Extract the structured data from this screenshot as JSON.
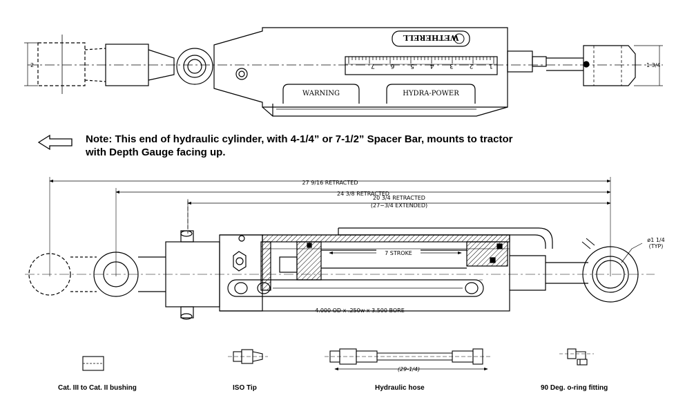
{
  "brand_text": "WETHERELL",
  "panel_labels": {
    "warning": "WARNING",
    "hydra_power": "HYDRA-POWER"
  },
  "gauge_ticks": [
    "7",
    "6",
    "5",
    "4",
    "3",
    "2",
    "1"
  ],
  "top_dims": {
    "left_height": "2",
    "right_height": "1 3/4"
  },
  "note": {
    "line1": "Note: This end of hydraulic cylinder, with 4-1/4” or 7-1/2” Spacer Bar, mounts to tractor",
    "line2": "with Depth Gauge facing up."
  },
  "dimensions": {
    "overall": "27 9/16 RETRACTED",
    "mid": "24 3/8 RETRACTED",
    "inner_line1": "20 3/4 RETRACTED",
    "inner_line2": "(27−3/4 EXTENDED)",
    "stroke": "7 STROKE",
    "bore": "4.000 OD x .250w x 3.500 BORE",
    "eye_dia": "ø1 1/4",
    "eye_typ": "(TYP)",
    "hose_len": "(29-1/4)"
  },
  "captions": {
    "bushing": "Cat. III to Cat. II bushing",
    "iso_tip": "ISO Tip",
    "hose": "Hydraulic hose",
    "fitting": "90 Deg. o-ring fitting"
  }
}
